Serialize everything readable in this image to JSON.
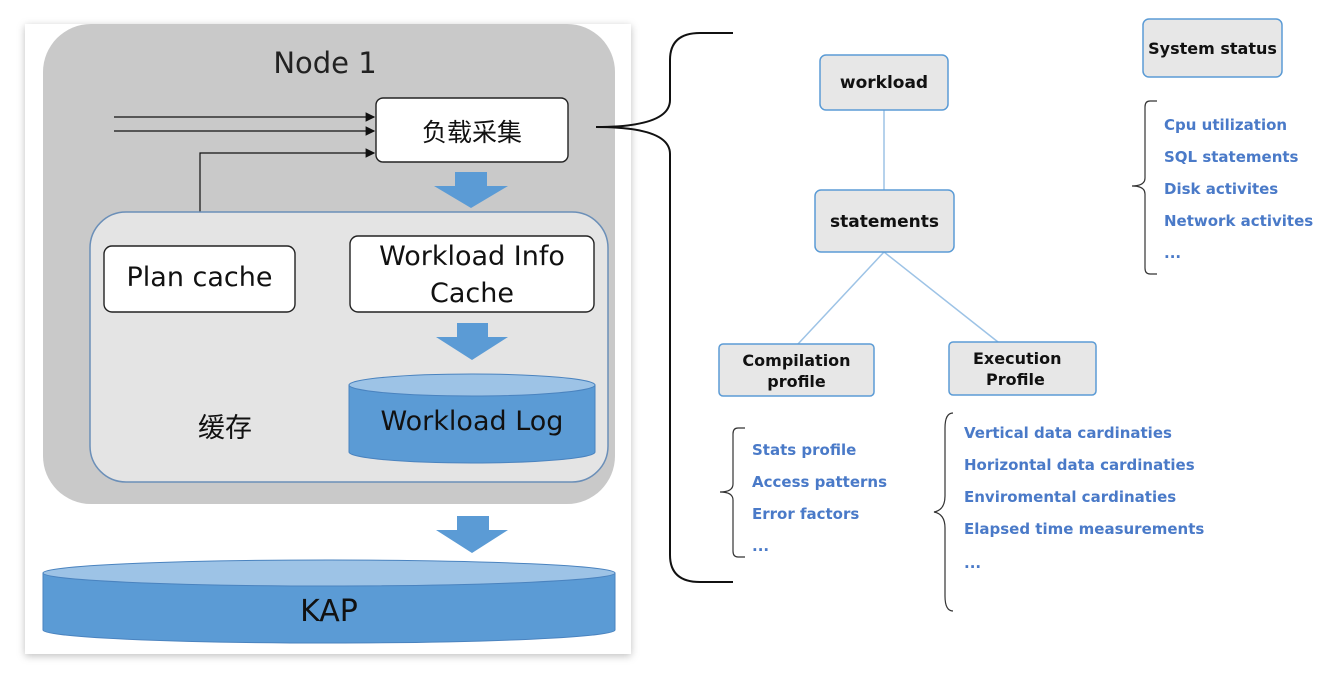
{
  "node": {
    "title": "Node 1",
    "collector_label": "负载采集",
    "cache_area_label": "缓存",
    "plan_cache_label": "Plan cache",
    "workload_info_cache_line1": "Workload Info",
    "workload_info_cache_line2": "Cache",
    "workload_log_label": "Workload Log"
  },
  "kap_label": "KAP",
  "tree": {
    "root_label": "workload",
    "statements_label": "statements",
    "compilation_line1": "Compilation",
    "compilation_line2": "profile",
    "execution_line1": "Execution",
    "execution_line2": "Profile"
  },
  "system_status": {
    "label": "System status",
    "items": [
      "Cpu utilization",
      "SQL statements",
      "Disk activites",
      "Network activites",
      "..."
    ]
  },
  "compilation_items": [
    "Stats profile",
    "Access patterns",
    "Error factors",
    "..."
  ],
  "execution_items": [
    "Vertical data cardinaties",
    "Horizontal data cardinaties",
    "Enviromental  cardinaties",
    "Elapsed time measurements",
    "..."
  ],
  "colors": {
    "node_bg": "#c9c9c9",
    "cache_bg": "#e4e4e4",
    "cache_border": "#6b8fb8",
    "arrow_blue": "#5b9bd5",
    "cylinder_top": "#9dc3e6",
    "item_text": "#4a7ac8",
    "tree_box_bg": "#e7e7e7",
    "tree_box_border": "#5b9bd5"
  }
}
